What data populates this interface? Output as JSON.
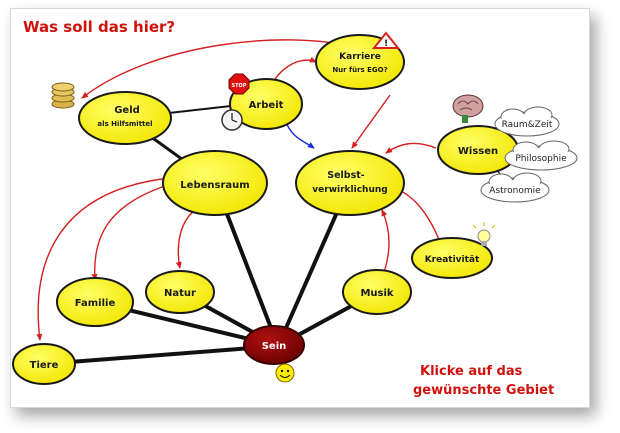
{
  "header": {
    "title": "Was soll das hier?"
  },
  "footer": {
    "line1": "Klicke auf das",
    "line2": "gewünschte Gebiet"
  },
  "colors": {
    "node_fill": "#ffff00",
    "node_stroke": "#1a1a1a",
    "center_fill": "#8b0000",
    "red_arrow": "#d42020",
    "blue_arrow": "#1a2adb",
    "title": "#d0120c"
  },
  "nodes": {
    "karriere": {
      "line1": "Karriere",
      "line2": "Nur fürs EGO?"
    },
    "geld": {
      "line1": "Geld",
      "line2": "als Hilfsmittel"
    },
    "arbeit": {
      "label": "Arbeit"
    },
    "lebensraum": {
      "label": "Lebensraum"
    },
    "selbst": {
      "line1": "Selbst-",
      "line2": "verwirklichung"
    },
    "wissen": {
      "label": "Wissen"
    },
    "kreativitaet": {
      "label": "Kreativität"
    },
    "familie": {
      "label": "Familie"
    },
    "natur": {
      "label": "Natur"
    },
    "musik": {
      "label": "Musik"
    },
    "tiere": {
      "label": "Tiere"
    },
    "sein": {
      "label": "Sein"
    }
  },
  "clouds": {
    "raum": "Raum&Zeit",
    "philo": "Philosophie",
    "astro": "Astronomie"
  },
  "icons": {
    "stop": "STOP",
    "coins": "coins-icon",
    "clock": "clock-icon",
    "warning": "warning-icon",
    "brain": "brain-icon",
    "bulb": "lightbulb-icon",
    "smiley": "smiley-icon"
  }
}
